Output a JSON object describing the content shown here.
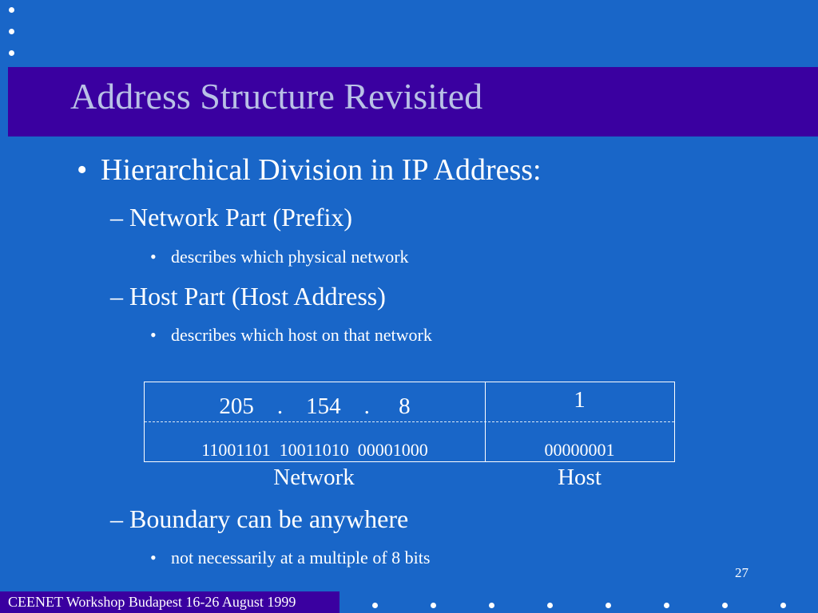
{
  "slide": {
    "title": "Address Structure Revisited",
    "bullet_char": "•",
    "dash_char": "–",
    "level1": "Hierarchical Division in IP Address:",
    "network_part": "Network Part (Prefix)",
    "network_desc": "describes which physical network",
    "host_part": "Host Part (Host Address)",
    "host_desc": "describes which host on that network",
    "boundary": "Boundary can be anywhere",
    "boundary_desc": "not necessarily at a multiple of 8 bits",
    "page_number": "27",
    "footer": "CEENET Workshop Budapest 16-26 August 1999"
  },
  "address_table": {
    "network_decimal": "205    .    154    .     8",
    "host_decimal": "1",
    "network_binary": "11001101  10011010  00001000",
    "host_binary": "00000001",
    "network_label": "Network",
    "host_label": "Host"
  },
  "colors": {
    "background": "#1966c8",
    "title_band": "#3a00a0",
    "title_text": "#b9c1e6",
    "text": "#ffffff"
  }
}
